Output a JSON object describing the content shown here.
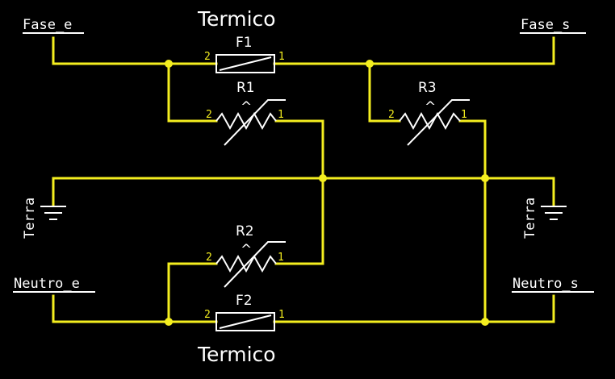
{
  "title_top": "Termico",
  "title_bottom": "Termico",
  "ports": {
    "fase_e": "Fase_e",
    "fase_s": "Fase_s",
    "neutro_e": "Neutro_e",
    "neutro_s": "Neutro_s",
    "terra_left": "Terra",
    "terra_right": "Terra"
  },
  "components": {
    "f1": {
      "ref": "F1",
      "pin_left": "2",
      "pin_right": "1"
    },
    "f2": {
      "ref": "F2",
      "pin_left": "2",
      "pin_right": "1"
    },
    "r1": {
      "ref": "R1",
      "pin_left": "2",
      "pin_right": "1"
    },
    "r2": {
      "ref": "R2",
      "pin_left": "2",
      "pin_right": "1"
    },
    "r3": {
      "ref": "R3",
      "pin_left": "2",
      "pin_right": "1"
    }
  },
  "colors": {
    "wire": "#f4ee1f",
    "component": "#ffffff",
    "background": "#000000"
  }
}
